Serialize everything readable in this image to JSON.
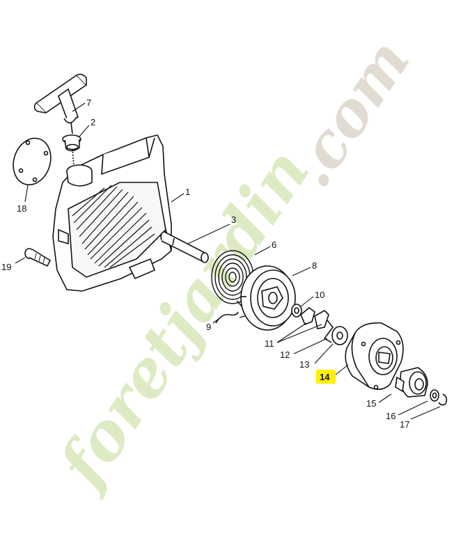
{
  "diagram": {
    "watermark": {
      "text": "foretjardin.com",
      "primary_color": "#cfe3b0",
      "secondary_color": "#d8cfc3"
    },
    "highlight_color": "#fff200",
    "labels": [
      {
        "id": "1",
        "text": "1",
        "highlighted": false
      },
      {
        "id": "2",
        "text": "2",
        "highlighted": false
      },
      {
        "id": "3",
        "text": "3",
        "highlighted": false
      },
      {
        "id": "6",
        "text": "6",
        "highlighted": false
      },
      {
        "id": "7",
        "text": "7",
        "highlighted": false
      },
      {
        "id": "8",
        "text": "8",
        "highlighted": false
      },
      {
        "id": "9",
        "text": "9",
        "highlighted": false
      },
      {
        "id": "10",
        "text": "10",
        "highlighted": false
      },
      {
        "id": "11",
        "text": "11",
        "highlighted": false
      },
      {
        "id": "12",
        "text": "12",
        "highlighted": false
      },
      {
        "id": "13",
        "text": "13",
        "highlighted": false
      },
      {
        "id": "14",
        "text": "14",
        "highlighted": true
      },
      {
        "id": "15",
        "text": "15",
        "highlighted": false
      },
      {
        "id": "16",
        "text": "16",
        "highlighted": false
      },
      {
        "id": "17",
        "text": "17",
        "highlighted": false
      },
      {
        "id": "18",
        "text": "18",
        "highlighted": false
      },
      {
        "id": "19",
        "text": "19",
        "highlighted": false
      }
    ]
  }
}
